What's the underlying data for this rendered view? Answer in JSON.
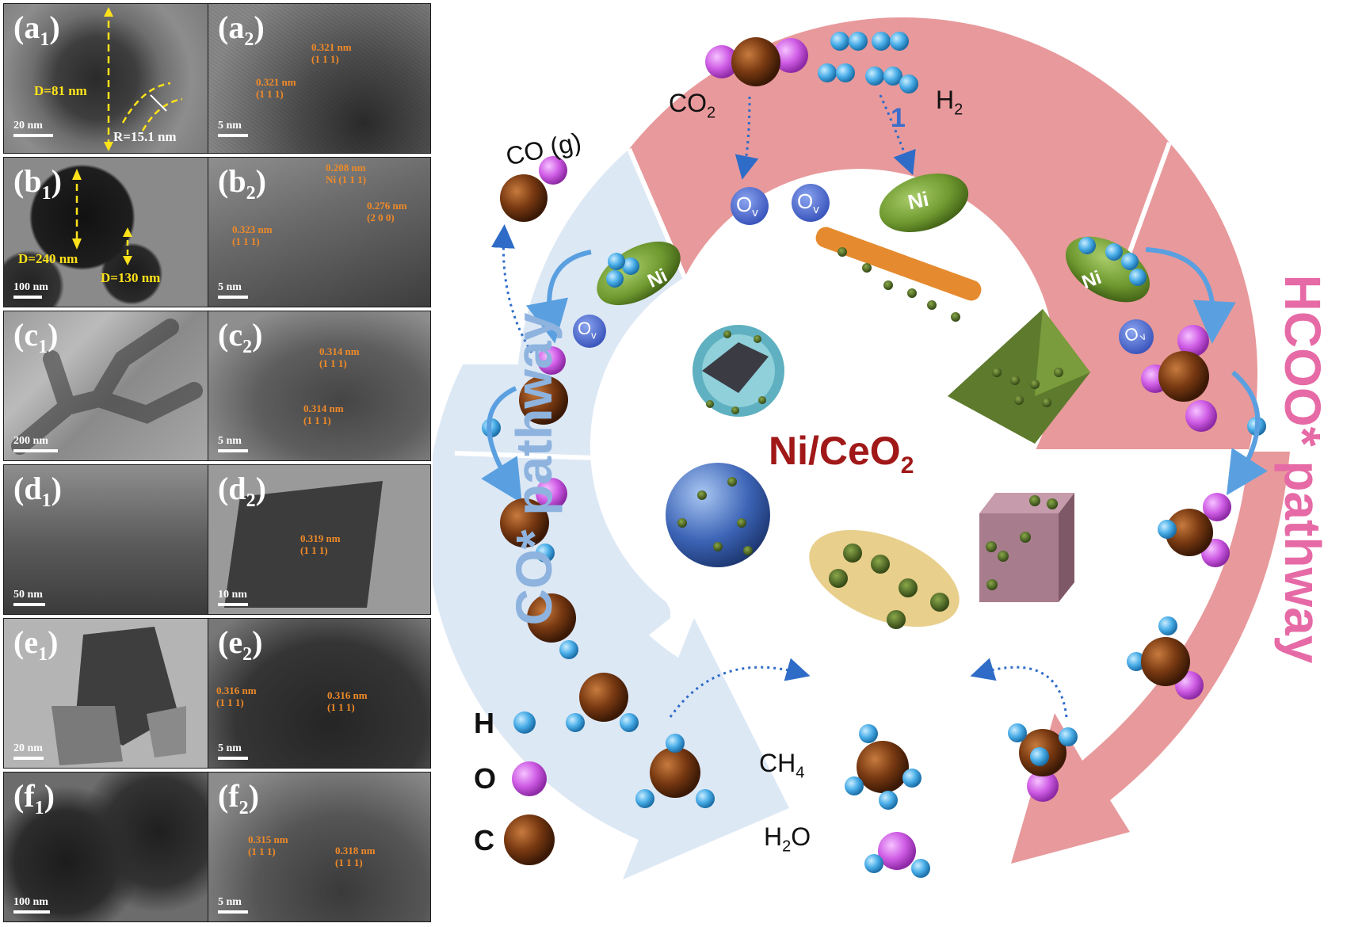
{
  "tem_panels": {
    "a1": {
      "letter": "(a",
      "sub": "1",
      "close": ")",
      "scale": "20 nm",
      "diameter": "D=81 nm",
      "radius": "R=15.1 nm"
    },
    "a2": {
      "letter": "(a",
      "sub": "2",
      "close": ")",
      "scale": "5 nm",
      "spacing_1": "0.321 nm",
      "plane_1": "(1 1 1)",
      "spacing_2": "0.321 nm",
      "plane_2": "(1 1 1)"
    },
    "b1": {
      "letter": "(b",
      "sub": "1",
      "close": ")",
      "scale": "100 nm",
      "diameter_1": "D=240 nm",
      "diameter_2": "D=130 nm"
    },
    "b2": {
      "letter": "(b",
      "sub": "2",
      "close": ")",
      "scale": "5 nm",
      "spacing_1": "0.323 nm",
      "plane_1": "(1 1 1)",
      "spacing_2": "0.208 nm",
      "plane_2": "Ni (1 1 1)",
      "spacing_3": "0.276 nm",
      "plane_3": "(2 0 0)"
    },
    "c1": {
      "letter": "(c",
      "sub": "1",
      "close": ")",
      "scale": "200 nm"
    },
    "c2": {
      "letter": "(c",
      "sub": "2",
      "close": ")",
      "scale": "5 nm",
      "spacing_1": "0.314 nm",
      "plane_1": "(1 1 1)",
      "spacing_2": "0.314 nm",
      "plane_2": "(1 1 1)"
    },
    "d1": {
      "letter": "(d",
      "sub": "1",
      "close": ")",
      "scale": "50 nm"
    },
    "d2": {
      "letter": "(d",
      "sub": "2",
      "close": ")",
      "scale": "10 nm",
      "spacing_1": "0.319 nm",
      "plane_1": "(1 1 1)"
    },
    "e1": {
      "letter": "(e",
      "sub": "1",
      "close": ")",
      "scale": "20 nm"
    },
    "e2": {
      "letter": "(e",
      "sub": "2",
      "close": ")",
      "scale": "5 nm",
      "spacing_1": "0.316 nm",
      "plane_1": "(1 1 1)",
      "spacing_2": "0.316 nm",
      "plane_2": "(1 1 1)"
    },
    "f1": {
      "letter": "(f",
      "sub": "1",
      "close": ")",
      "scale": "100 nm"
    },
    "f2": {
      "letter": "(f",
      "sub": "2",
      "close": ")",
      "scale": "5 nm",
      "spacing_1": "0.315 nm",
      "plane_1": "(1 1 1)",
      "spacing_2": "0.318 nm",
      "plane_2": "(1 1 1)"
    }
  },
  "diagram": {
    "center_main": "Ni/CeO",
    "center_sub": "2",
    "co2_main": "CO",
    "co2_sub": "2",
    "h2_main": "H",
    "h2_sub": "2",
    "step_number": "1",
    "co_gas": "CO (g)",
    "ch4_main": "CH",
    "ch4_sub": "4",
    "h2o_main": "H",
    "h2o_sub": "2",
    "h2o_tail": "O",
    "ni_label": "Ni",
    "ov_main": "O",
    "ov_sub": "v",
    "co_pathway": "CO* pathway",
    "hcoo_pathway": "HCOO* pathway"
  },
  "legend": {
    "h": "H",
    "o": "O",
    "c": "C"
  },
  "colors": {
    "co_band": "#dde8f5",
    "hcoo_band": "#e8999b",
    "co_text": "#8db3de",
    "hcoo_text": "#e66aa6",
    "center_text": "#a01818",
    "h_atom": "#4aaee8",
    "o_atom": "#d05ee6",
    "c_atom": "#7a3a12",
    "ni": "#6f9a30",
    "ov": "#4a68cc",
    "arrow_blue": "#2e6cc8"
  }
}
